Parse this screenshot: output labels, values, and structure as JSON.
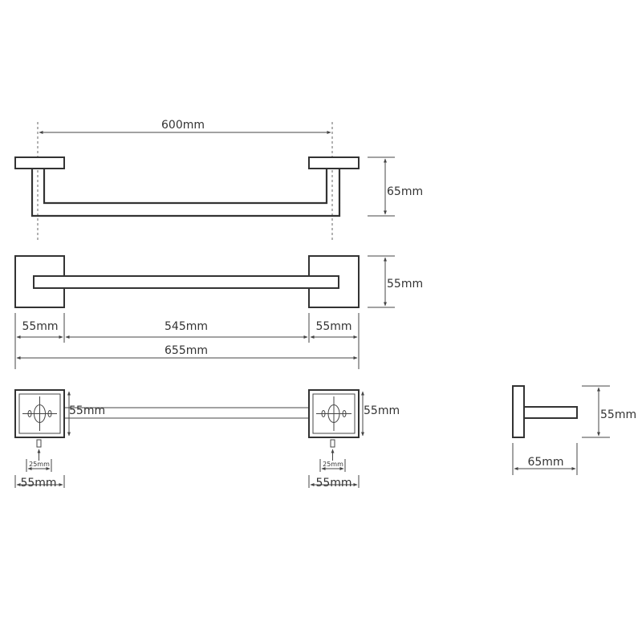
{
  "dimensions": {
    "top_overall_width": "600mm",
    "top_height": "65mm",
    "front_height": "55mm",
    "left_plate_width": "55mm",
    "inner_bar_length": "545mm",
    "right_plate_width": "55mm",
    "overall_length": "655mm",
    "left_plate_height": "55mm",
    "right_plate_height": "55mm",
    "left_hole_spacing": "25mm",
    "right_hole_spacing": "25mm",
    "left_bottom_width": "55mm",
    "right_bottom_width": "55mm",
    "side_height": "55mm",
    "side_depth": "65mm"
  },
  "colors": {
    "line": "#333333",
    "background": "#ffffff"
  }
}
